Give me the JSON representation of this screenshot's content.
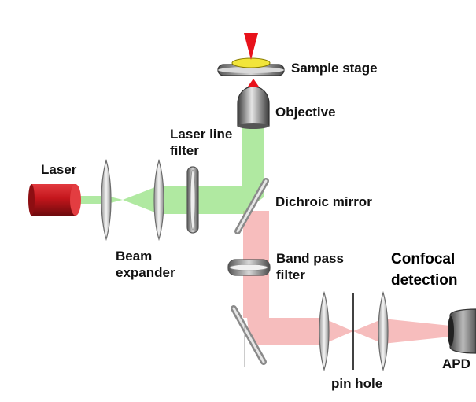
{
  "labels": {
    "laser": "Laser",
    "beam_expander_1": "Beam",
    "beam_expander_2": "expander",
    "laser_line_filter_1": "Laser line",
    "laser_line_filter_2": "filter",
    "sample_stage": "Sample stage",
    "objective": "Objective",
    "dichroic_mirror": "Dichroic mirror",
    "band_pass_filter_1": "Band pass",
    "band_pass_filter_2": "filter",
    "confocal_1": "Confocal",
    "confocal_2": "detection",
    "pin_hole": "pin hole",
    "apd": "APD"
  },
  "colors": {
    "excitation_beam": "#8fe07a",
    "emission_beam": "#f29a9a",
    "laser_body": "#c4161c",
    "sample_marker": "#e8121b",
    "sample_plate": "#f2e53a"
  }
}
